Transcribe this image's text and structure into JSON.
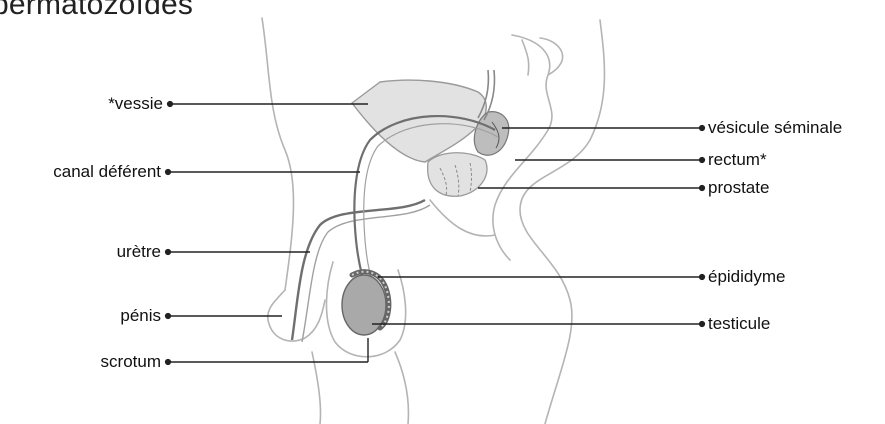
{
  "title": "permatozoïdes",
  "labels": {
    "vessie": "*vessie",
    "canal_deferent": "canal déférent",
    "uretre": "urètre",
    "penis": "pénis",
    "scrotum": "scrotum",
    "vesicule_seminale": "vésicule séminale",
    "rectum": "rectum*",
    "prostate": "prostate",
    "epididyme": "épididyme",
    "testicule": "testicule"
  },
  "colors": {
    "outline": "#b4b4b4",
    "organ_fill": "#e2e2e2",
    "testicle_fill": "#a9a9a9",
    "duct": "#6f6f6f",
    "leader": "#222222"
  }
}
